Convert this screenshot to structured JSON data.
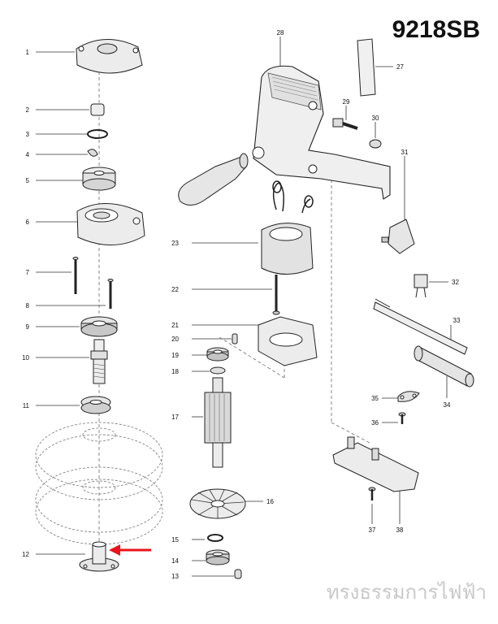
{
  "model": "9218SB",
  "watermark": "ทรงธรรมการไฟฟ้า",
  "part_labels": {
    "p1": "1",
    "p2": "2",
    "p3": "3",
    "p4": "4",
    "p5": "5",
    "p6": "6",
    "p7": "7",
    "p8": "8",
    "p9": "9",
    "p10": "10",
    "p11": "11",
    "p12": "12",
    "p13": "13",
    "p14": "14",
    "p15": "15",
    "p16": "16",
    "p17": "17",
    "p18": "18",
    "p19": "19",
    "p20": "20",
    "p21": "21",
    "p22": "22",
    "p23": "23",
    "p27": "27",
    "p28": "28",
    "p29": "29",
    "p30": "30",
    "p31": "31",
    "p32": "32",
    "p33": "33",
    "p34": "34",
    "p35": "35",
    "p36": "36",
    "p37": "37",
    "p38": "38"
  },
  "highlight_arrow_color": "#e8141c"
}
